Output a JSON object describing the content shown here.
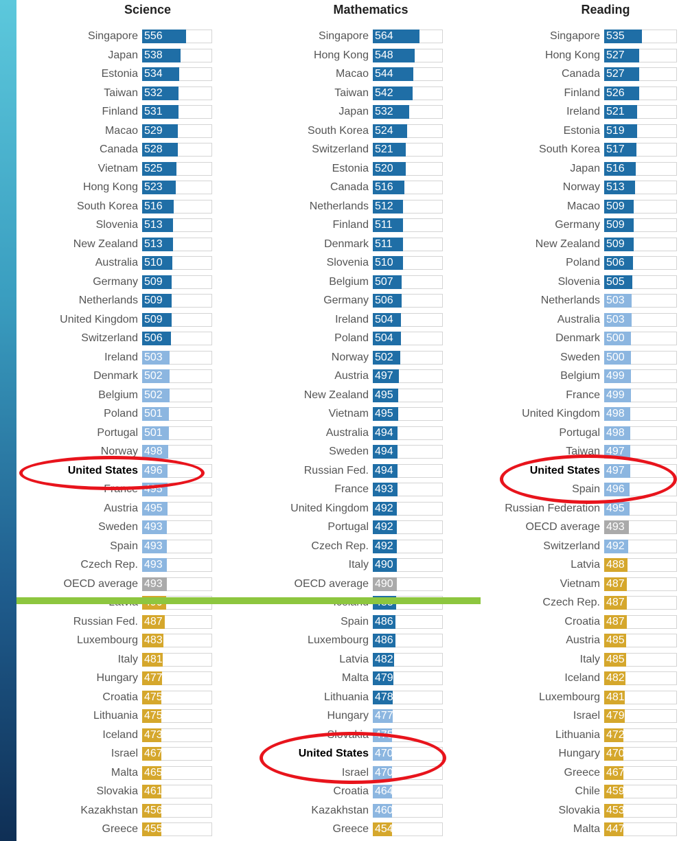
{
  "colors": {
    "high": "#1f6ea6",
    "mid": "#8cb6e0",
    "oecd": "#aaaaaa",
    "low": "#d5a72c",
    "divider": "#8dc63f",
    "highlight": "#e8141c"
  },
  "chart_data": {
    "type": "bar",
    "panels": [
      {
        "title": "Science",
        "items": [
          {
            "name": "Singapore",
            "value": 556,
            "band": "high"
          },
          {
            "name": "Japan",
            "value": 538,
            "band": "high"
          },
          {
            "name": "Estonia",
            "value": 534,
            "band": "high"
          },
          {
            "name": "Taiwan",
            "value": 532,
            "band": "high"
          },
          {
            "name": "Finland",
            "value": 531,
            "band": "high"
          },
          {
            "name": "Macao",
            "value": 529,
            "band": "high"
          },
          {
            "name": "Canada",
            "value": 528,
            "band": "high"
          },
          {
            "name": "Vietnam",
            "value": 525,
            "band": "high"
          },
          {
            "name": "Hong Kong",
            "value": 523,
            "band": "high"
          },
          {
            "name": "South Korea",
            "value": 516,
            "band": "high"
          },
          {
            "name": "Slovenia",
            "value": 513,
            "band": "high"
          },
          {
            "name": "New Zealand",
            "value": 513,
            "band": "high"
          },
          {
            "name": "Australia",
            "value": 510,
            "band": "high"
          },
          {
            "name": "Germany",
            "value": 509,
            "band": "high"
          },
          {
            "name": "Netherlands",
            "value": 509,
            "band": "high"
          },
          {
            "name": "United Kingdom",
            "value": 509,
            "band": "high"
          },
          {
            "name": "Switzerland",
            "value": 506,
            "band": "high"
          },
          {
            "name": "Ireland",
            "value": 503,
            "band": "mid"
          },
          {
            "name": "Denmark",
            "value": 502,
            "band": "mid"
          },
          {
            "name": "Belgium",
            "value": 502,
            "band": "mid"
          },
          {
            "name": "Poland",
            "value": 501,
            "band": "mid"
          },
          {
            "name": "Portugal",
            "value": 501,
            "band": "mid"
          },
          {
            "name": "Norway",
            "value": 498,
            "band": "mid"
          },
          {
            "name": "United States",
            "value": 496,
            "band": "mid",
            "highlight": true
          },
          {
            "name": "France",
            "value": 495,
            "band": "mid"
          },
          {
            "name": "Austria",
            "value": 495,
            "band": "mid"
          },
          {
            "name": "Sweden",
            "value": 493,
            "band": "mid"
          },
          {
            "name": "Spain",
            "value": 493,
            "band": "mid"
          },
          {
            "name": "Czech Rep.",
            "value": 493,
            "band": "mid"
          },
          {
            "name": "OECD average",
            "value": 493,
            "band": "oecd"
          },
          {
            "name": "Latvia",
            "value": 490,
            "band": "low"
          },
          {
            "name": "Russian Fed.",
            "value": 487,
            "band": "low"
          },
          {
            "name": "Luxembourg",
            "value": 483,
            "band": "low"
          },
          {
            "name": "Italy",
            "value": 481,
            "band": "low"
          },
          {
            "name": "Hungary",
            "value": 477,
            "band": "low"
          },
          {
            "name": "Croatia",
            "value": 475,
            "band": "low"
          },
          {
            "name": "Lithuania",
            "value": 475,
            "band": "low"
          },
          {
            "name": "Iceland",
            "value": 473,
            "band": "low"
          },
          {
            "name": "Israel",
            "value": 467,
            "band": "low"
          },
          {
            "name": "Malta",
            "value": 465,
            "band": "low"
          },
          {
            "name": "Slovakia",
            "value": 461,
            "band": "low"
          },
          {
            "name": "Kazakhstan",
            "value": 456,
            "band": "low"
          },
          {
            "name": "Greece",
            "value": 455,
            "band": "low"
          }
        ]
      },
      {
        "title": "Mathematics",
        "items": [
          {
            "name": "Singapore",
            "value": 564,
            "band": "high"
          },
          {
            "name": "Hong Kong",
            "value": 548,
            "band": "high"
          },
          {
            "name": "Macao",
            "value": 544,
            "band": "high"
          },
          {
            "name": "Taiwan",
            "value": 542,
            "band": "high"
          },
          {
            "name": "Japan",
            "value": 532,
            "band": "high"
          },
          {
            "name": "South Korea",
            "value": 524,
            "band": "high"
          },
          {
            "name": "Switzerland",
            "value": 521,
            "band": "high"
          },
          {
            "name": "Estonia",
            "value": 520,
            "band": "high"
          },
          {
            "name": "Canada",
            "value": 516,
            "band": "high"
          },
          {
            "name": "Netherlands",
            "value": 512,
            "band": "high"
          },
          {
            "name": "Finland",
            "value": 511,
            "band": "high"
          },
          {
            "name": "Denmark",
            "value": 511,
            "band": "high"
          },
          {
            "name": "Slovenia",
            "value": 510,
            "band": "high"
          },
          {
            "name": "Belgium",
            "value": 507,
            "band": "high"
          },
          {
            "name": "Germany",
            "value": 506,
            "band": "high"
          },
          {
            "name": "Ireland",
            "value": 504,
            "band": "high"
          },
          {
            "name": "Poland",
            "value": 504,
            "band": "high"
          },
          {
            "name": "Norway",
            "value": 502,
            "band": "high"
          },
          {
            "name": "Austria",
            "value": 497,
            "band": "high"
          },
          {
            "name": "New Zealand",
            "value": 495,
            "band": "high"
          },
          {
            "name": "Vietnam",
            "value": 495,
            "band": "high"
          },
          {
            "name": "Australia",
            "value": 494,
            "band": "high"
          },
          {
            "name": "Sweden",
            "value": 494,
            "band": "high"
          },
          {
            "name": "Russian Fed.",
            "value": 494,
            "band": "high"
          },
          {
            "name": "France",
            "value": 493,
            "band": "high"
          },
          {
            "name": "United Kingdom",
            "value": 492,
            "band": "high"
          },
          {
            "name": "Portugal",
            "value": 492,
            "band": "high"
          },
          {
            "name": "Czech Rep.",
            "value": 492,
            "band": "high"
          },
          {
            "name": "Italy",
            "value": 490,
            "band": "high"
          },
          {
            "name": "OECD average",
            "value": 490,
            "band": "oecd"
          },
          {
            "name": "Iceland",
            "value": 488,
            "band": "high"
          },
          {
            "name": "Spain",
            "value": 486,
            "band": "high"
          },
          {
            "name": "Luxembourg",
            "value": 486,
            "band": "high"
          },
          {
            "name": "Latvia",
            "value": 482,
            "band": "high"
          },
          {
            "name": "Malta",
            "value": 479,
            "band": "high"
          },
          {
            "name": "Lithuania",
            "value": 478,
            "band": "high"
          },
          {
            "name": "Hungary",
            "value": 477,
            "band": "mid"
          },
          {
            "name": "Slovakia",
            "value": 475,
            "band": "mid"
          },
          {
            "name": "United States",
            "value": 470,
            "band": "mid",
            "highlight": true
          },
          {
            "name": "Israel",
            "value": 470,
            "band": "mid"
          },
          {
            "name": "Croatia",
            "value": 464,
            "band": "mid"
          },
          {
            "name": "Kazakhstan",
            "value": 460,
            "band": "mid"
          },
          {
            "name": "Greece",
            "value": 454,
            "band": "low"
          }
        ]
      },
      {
        "title": "Reading",
        "items": [
          {
            "name": "Singapore",
            "value": 535,
            "band": "high"
          },
          {
            "name": "Hong Kong",
            "value": 527,
            "band": "high"
          },
          {
            "name": "Canada",
            "value": 527,
            "band": "high"
          },
          {
            "name": "Finland",
            "value": 526,
            "band": "high"
          },
          {
            "name": "Ireland",
            "value": 521,
            "band": "high"
          },
          {
            "name": "Estonia",
            "value": 519,
            "band": "high"
          },
          {
            "name": "South Korea",
            "value": 517,
            "band": "high"
          },
          {
            "name": "Japan",
            "value": 516,
            "band": "high"
          },
          {
            "name": "Norway",
            "value": 513,
            "band": "high"
          },
          {
            "name": "Macao",
            "value": 509,
            "band": "high"
          },
          {
            "name": "Germany",
            "value": 509,
            "band": "high"
          },
          {
            "name": "New Zealand",
            "value": 509,
            "band": "high"
          },
          {
            "name": "Poland",
            "value": 506,
            "band": "high"
          },
          {
            "name": "Slovenia",
            "value": 505,
            "band": "high"
          },
          {
            "name": "Netherlands",
            "value": 503,
            "band": "mid"
          },
          {
            "name": "Australia",
            "value": 503,
            "band": "mid"
          },
          {
            "name": "Denmark",
            "value": 500,
            "band": "mid"
          },
          {
            "name": "Sweden",
            "value": 500,
            "band": "mid"
          },
          {
            "name": "Belgium",
            "value": 499,
            "band": "mid"
          },
          {
            "name": "France",
            "value": 499,
            "band": "mid"
          },
          {
            "name": "United Kingdom",
            "value": 498,
            "band": "mid"
          },
          {
            "name": "Portugal",
            "value": 498,
            "band": "mid"
          },
          {
            "name": "Taiwan",
            "value": 497,
            "band": "mid"
          },
          {
            "name": "United States",
            "value": 497,
            "band": "mid",
            "highlight": true
          },
          {
            "name": "Spain",
            "value": 496,
            "band": "mid"
          },
          {
            "name": "Russian Federation",
            "value": 495,
            "band": "mid"
          },
          {
            "name": "OECD average",
            "value": 493,
            "band": "oecd"
          },
          {
            "name": "Switzerland",
            "value": 492,
            "band": "mid"
          },
          {
            "name": "Latvia",
            "value": 488,
            "band": "low"
          },
          {
            "name": "Vietnam",
            "value": 487,
            "band": "low"
          },
          {
            "name": "Czech Rep.",
            "value": 487,
            "band": "low"
          },
          {
            "name": "Croatia",
            "value": 487,
            "band": "low"
          },
          {
            "name": "Austria",
            "value": 485,
            "band": "low"
          },
          {
            "name": "Italy",
            "value": 485,
            "band": "low"
          },
          {
            "name": "Iceland",
            "value": 482,
            "band": "low"
          },
          {
            "name": "Luxembourg",
            "value": 481,
            "band": "low"
          },
          {
            "name": "Israel",
            "value": 479,
            "band": "low"
          },
          {
            "name": "Lithuania",
            "value": 472,
            "band": "low"
          },
          {
            "name": "Hungary",
            "value": 470,
            "band": "low"
          },
          {
            "name": "Greece",
            "value": 467,
            "band": "low"
          },
          {
            "name": "Chile",
            "value": 459,
            "band": "low"
          },
          {
            "name": "Slovakia",
            "value": 453,
            "band": "low"
          },
          {
            "name": "Malta",
            "value": 447,
            "band": "low"
          }
        ]
      }
    ]
  }
}
